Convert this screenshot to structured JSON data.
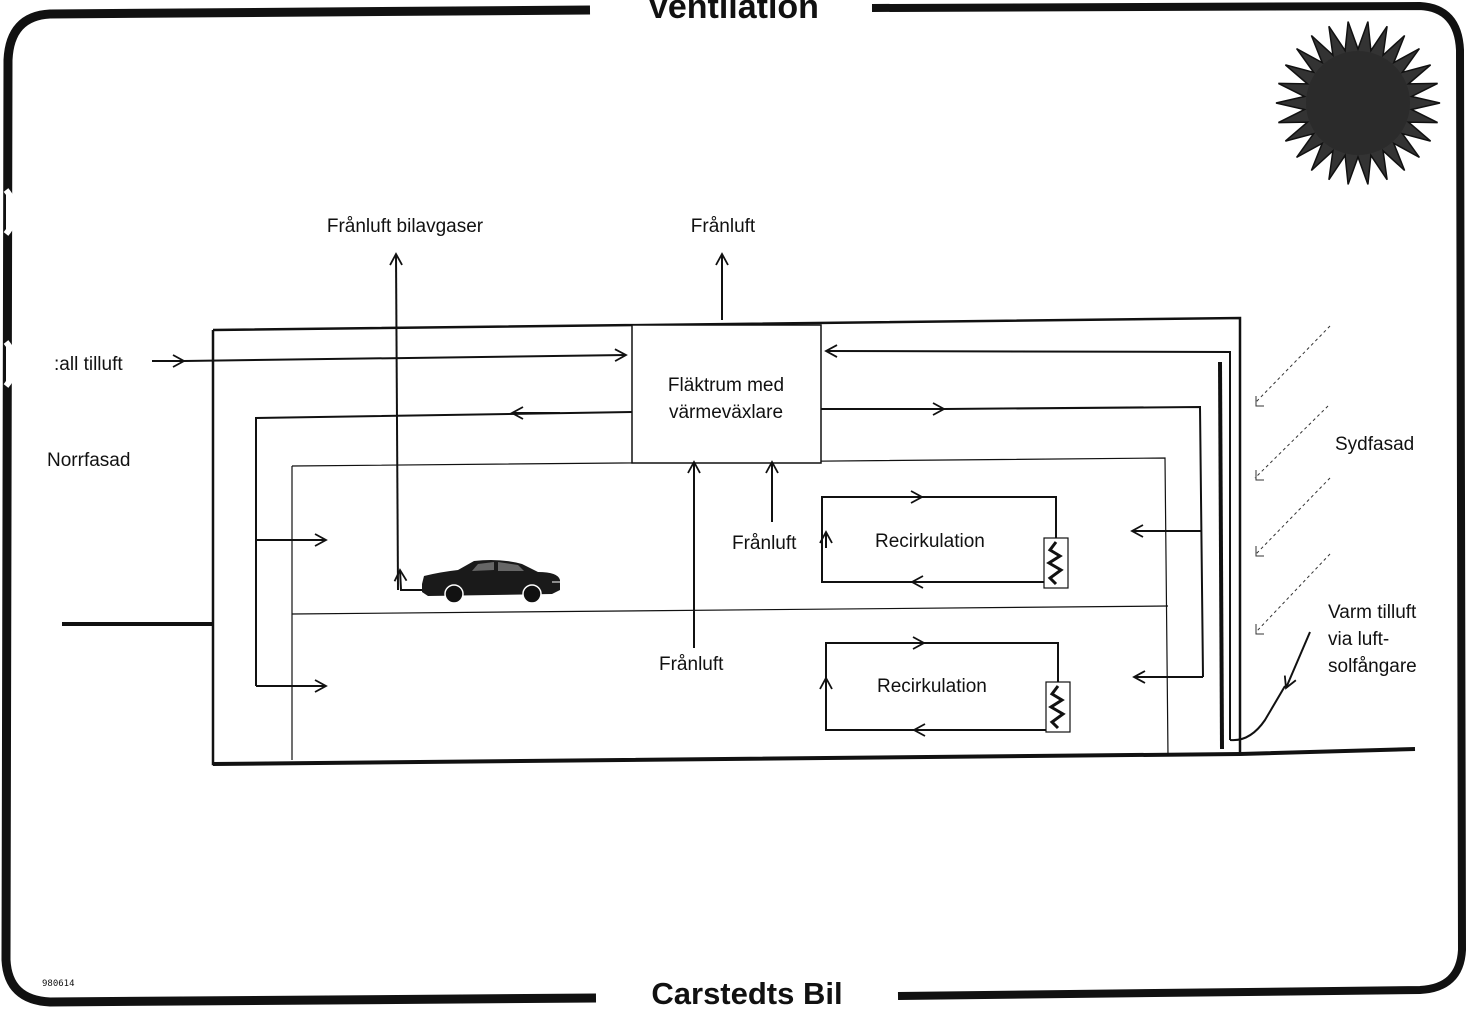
{
  "title": "Ventilation",
  "footer": "Carstedts Bil",
  "doc_code": "980614",
  "labels": {
    "franluft_bilavgaser": "Frånluft bilavgaser",
    "franluft_top": "Frånluft",
    "kall_tilluft": ":all tilluft",
    "norrfasad": "Norrfasad",
    "flaktrum_line1": "Fläktrum med",
    "flaktrum_line2": "värmeväxlare",
    "franluft_mid": "Frånluft",
    "recirkulation_upper": "Recirkulation",
    "recirkulation_lower": "Recirkulation",
    "franluft_lower": "Frånluft",
    "sydfasad": "Sydfasad",
    "varm_line1": "Varm tilluft",
    "varm_line2": "via luft-",
    "varm_line3": "solfångare"
  },
  "icons": [
    "sun-icon",
    "car-icon",
    "heater-icon"
  ],
  "colors": {
    "ink": "#111111",
    "paper": "#ffffff"
  }
}
